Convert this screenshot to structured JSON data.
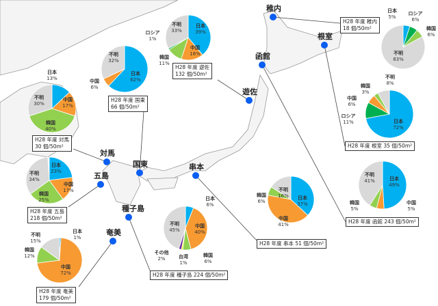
{
  "title": "H28年度 漂着ごみ 国別割合",
  "colors": {
    "日本": "#00b0f0",
    "中国": "#f79a32",
    "韓国": "#92d050",
    "ロシア": "#00b050",
    "台湾": "#ffff00",
    "その他": "#7030a0",
    "不明": "#d9d9d9"
  },
  "sites": [
    {
      "id": "wakkanai",
      "name": "稚内",
      "box": [
        "H28 年度 稚内",
        "18 個/50m²"
      ]
    },
    {
      "id": "nemuro",
      "name": "根室",
      "box": [
        "H28 年度 根室 35 個/50m²"
      ]
    },
    {
      "id": "hakodate",
      "name": "函館",
      "box": [
        "H28 年度 函館 243 個/50m²"
      ]
    },
    {
      "id": "yusa",
      "name": "遊佐",
      "box": [
        "H28 年度 遊佐",
        "132 個/50m²"
      ]
    },
    {
      "id": "kunisaki",
      "name": "国東",
      "box": [
        "H28 年度 国東",
        "66 個/50m²"
      ]
    },
    {
      "id": "tsushima",
      "name": "対馬",
      "box": [
        "H28 年度 対馬",
        "30 個/50m²"
      ]
    },
    {
      "id": "goto",
      "name": "五島",
      "box": [
        "H28 年度 五島",
        "218 個/50m²"
      ]
    },
    {
      "id": "kushimoto",
      "name": "串本",
      "box": [
        "H28 年度 串本 51 個/50m²"
      ]
    },
    {
      "id": "tanegashima",
      "name": "種子島",
      "box": [
        "H28 年度 種子島 224 個/50m²"
      ]
    },
    {
      "id": "amami",
      "name": "奄美",
      "box": [
        "H28 年度 奄美",
        "179 個/50m²"
      ]
    }
  ],
  "chart_data": {
    "type": "pie",
    "unit": "%",
    "pies": [
      {
        "site": "稚内",
        "slices": [
          [
            "日本",
            5
          ],
          [
            "ロシア",
            6
          ],
          [
            "韓国",
            6
          ],
          [
            "不明",
            83
          ]
        ]
      },
      {
        "site": "根室",
        "slices": [
          [
            "日本",
            72
          ],
          [
            "ロシア",
            11
          ],
          [
            "中国",
            6
          ],
          [
            "韓国",
            3
          ],
          [
            "不明",
            8
          ]
        ]
      },
      {
        "site": "函館",
        "slices": [
          [
            "日本",
            49
          ],
          [
            "中国",
            5
          ],
          [
            "韓国",
            5
          ],
          [
            "不明",
            41
          ]
        ]
      },
      {
        "site": "遊佐",
        "slices": [
          [
            "日本",
            39
          ],
          [
            "中国",
            16
          ],
          [
            "韓国",
            11
          ],
          [
            "ロシア",
            1
          ],
          [
            "不明",
            33
          ]
        ]
      },
      {
        "site": "国東",
        "slices": [
          [
            "日本",
            62
          ],
          [
            "中国",
            6
          ],
          [
            "不明",
            32
          ]
        ]
      },
      {
        "site": "対馬",
        "slices": [
          [
            "日本",
            13
          ],
          [
            "中国",
            17
          ],
          [
            "韓国",
            40
          ],
          [
            "不明",
            30
          ]
        ]
      },
      {
        "site": "五島",
        "slices": [
          [
            "日本",
            23
          ],
          [
            "中国",
            17
          ],
          [
            "韓国",
            25
          ],
          [
            "不明",
            34
          ]
        ]
      },
      {
        "site": "串本",
        "slices": [
          [
            "日本",
            37
          ],
          [
            "中国",
            41
          ],
          [
            "韓国",
            6
          ],
          [
            "不明",
            16
          ]
        ]
      },
      {
        "site": "種子島",
        "slices": [
          [
            "日本",
            6
          ],
          [
            "中国",
            40
          ],
          [
            "韓国",
            6
          ],
          [
            "台湾",
            1
          ],
          [
            "その他",
            2
          ],
          [
            "不明",
            45
          ]
        ]
      },
      {
        "site": "奄美",
        "slices": [
          [
            "日本",
            1
          ],
          [
            "中国",
            72
          ],
          [
            "韓国",
            12
          ],
          [
            "不明",
            15
          ]
        ]
      }
    ]
  }
}
